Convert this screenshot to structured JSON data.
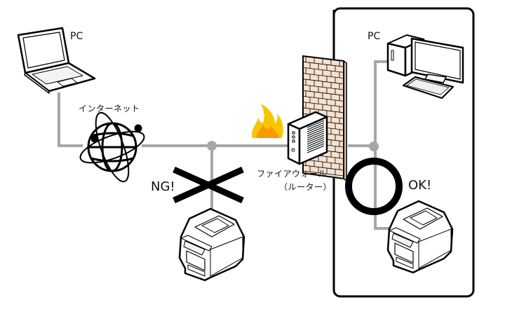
{
  "diagram": {
    "title": "Network placement: printer must be behind firewall",
    "colors": {
      "line": "#a6a6a6",
      "outline": "#000000",
      "brick_fill": "#f5e1cf",
      "flame_outer": "#f7c600",
      "flame_inner": "#f59a00",
      "background": "#ffffff"
    },
    "nodes": {
      "laptop_pc": {
        "label": "PC",
        "icon": "laptop-icon"
      },
      "internet": {
        "label": "インターネット",
        "icon": "globe-icon"
      },
      "firewall": {
        "label_line1": "ファイアウォール",
        "label_line2": "（ルーター）",
        "icon": "firewall-router-icon"
      },
      "desktop_pc": {
        "label": "PC",
        "icon": "desktop-pc-icon"
      },
      "printer_outside": {
        "icon": "printer-icon",
        "status": "NG!",
        "mark": "cross-mark-icon"
      },
      "printer_inside": {
        "icon": "printer-icon",
        "status": "OK!",
        "mark": "circle-mark-icon"
      }
    },
    "zones": {
      "protected_lan": {
        "description": "rounded box enclosing LAN behind firewall"
      }
    }
  }
}
